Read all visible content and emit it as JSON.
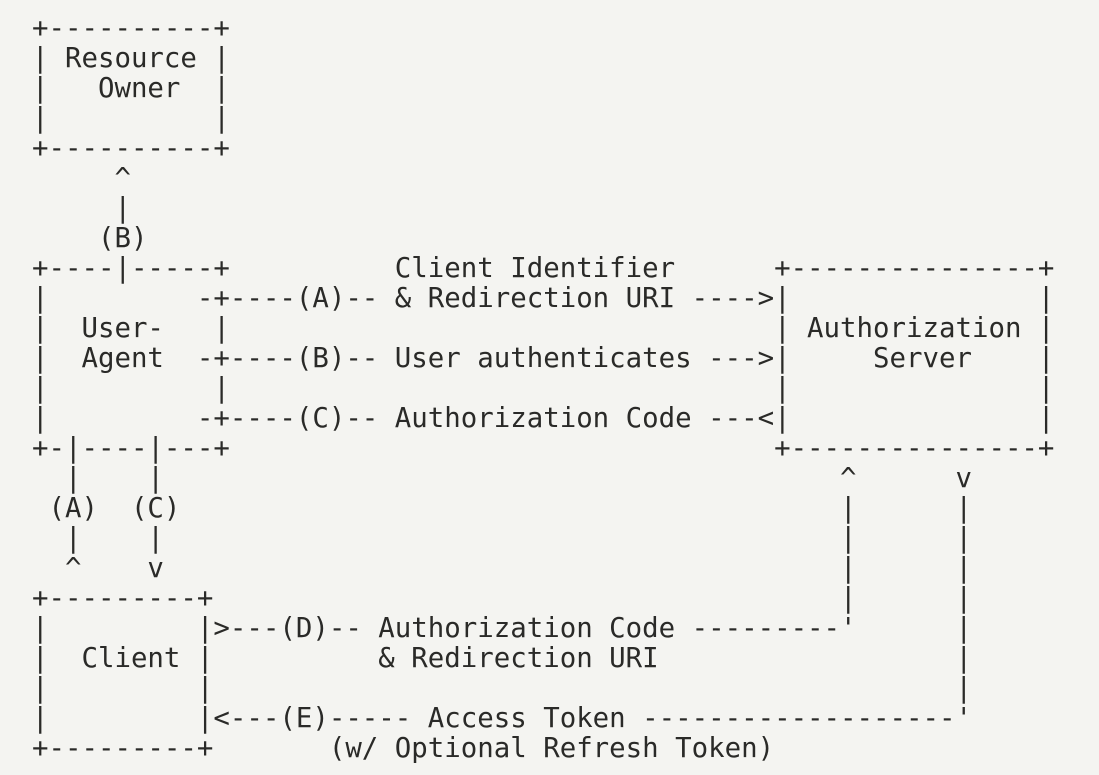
{
  "page": {
    "background_color": "#f4f4f1",
    "text_color": "#2a2a28"
  },
  "diagram": {
    "type": "ascii-flow-diagram",
    "nodes": [
      {
        "label": "Resource Owner"
      },
      {
        "label": "User-Agent"
      },
      {
        "label": "Authorization Server"
      },
      {
        "label": "Client"
      }
    ],
    "steps": [
      {
        "id": "(A)",
        "label": "Client Identifier & Redirection URI",
        "direction": "User-Agent -> Authorization Server"
      },
      {
        "id": "(B)",
        "label": "User authenticates",
        "direction": "Resource Owner / User-Agent -> Authorization Server"
      },
      {
        "id": "(C)",
        "label": "Authorization Code",
        "direction": "Authorization Server -> User-Agent"
      },
      {
        "id": "(D)",
        "label": "Authorization Code & Redirection URI",
        "direction": "Client -> Authorization Server"
      },
      {
        "id": "(E)",
        "label": "Access Token (w/ Optional Refresh Token)",
        "direction": "Authorization Server -> Client"
      }
    ],
    "lines": [
      "+----------+",
      "| Resource |",
      "|   Owner  |",
      "|          |",
      "+----------+",
      "     ^",
      "     |",
      "    (B)",
      "+----|-----+          Client Identifier      +---------------+",
      "|         -+----(A)-- & Redirection URI ---->|               |",
      "|  User-   |                                 | Authorization |",
      "|  Agent  -+----(B)-- User authenticates --->|     Server    |",
      "|          |                                 |               |",
      "|         -+----(C)-- Authorization Code ---<|               |",
      "+-|----|---+                                 +---------------+",
      "  |    |                                         ^      v",
      " (A)  (C)                                        |      |",
      "  |    |                                         |      |",
      "  ^    v                                         |      |",
      "+---------+                                      |      |",
      "|         |>---(D)-- Authorization Code ---------'      |",
      "|  Client |          & Redirection URI                  |",
      "|         |                                             |",
      "|         |<---(E)----- Access Token -------------------'",
      "+---------+       (w/ Optional Refresh Token)"
    ]
  }
}
